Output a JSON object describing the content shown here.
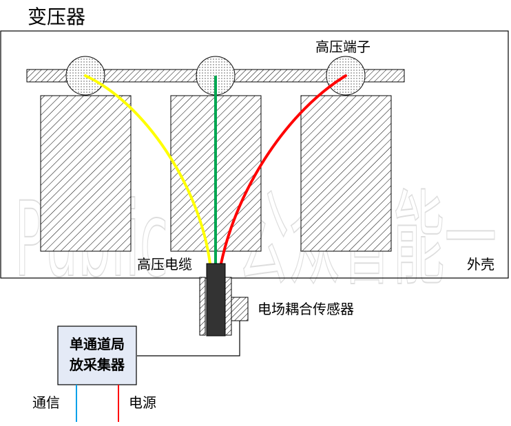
{
  "title": "变压器",
  "labels": {
    "hv_terminal": "高压端子",
    "hv_cable": "高压电缆",
    "shell": "外壳",
    "sensor": "电场耦合传感器",
    "collector_line1": "单通道局",
    "collector_line2": "放采集器",
    "comm": "通信",
    "power": "电源"
  },
  "watermark": "Public 一公众智能一",
  "colors": {
    "cable_left": "#ffff00",
    "cable_middle": "#00a651",
    "cable_right": "#ff0000",
    "comm_line": "#00a0e9",
    "power_line": "#ff0000",
    "collector_fill": "#e4eaf6",
    "cable_body": "#333333"
  }
}
